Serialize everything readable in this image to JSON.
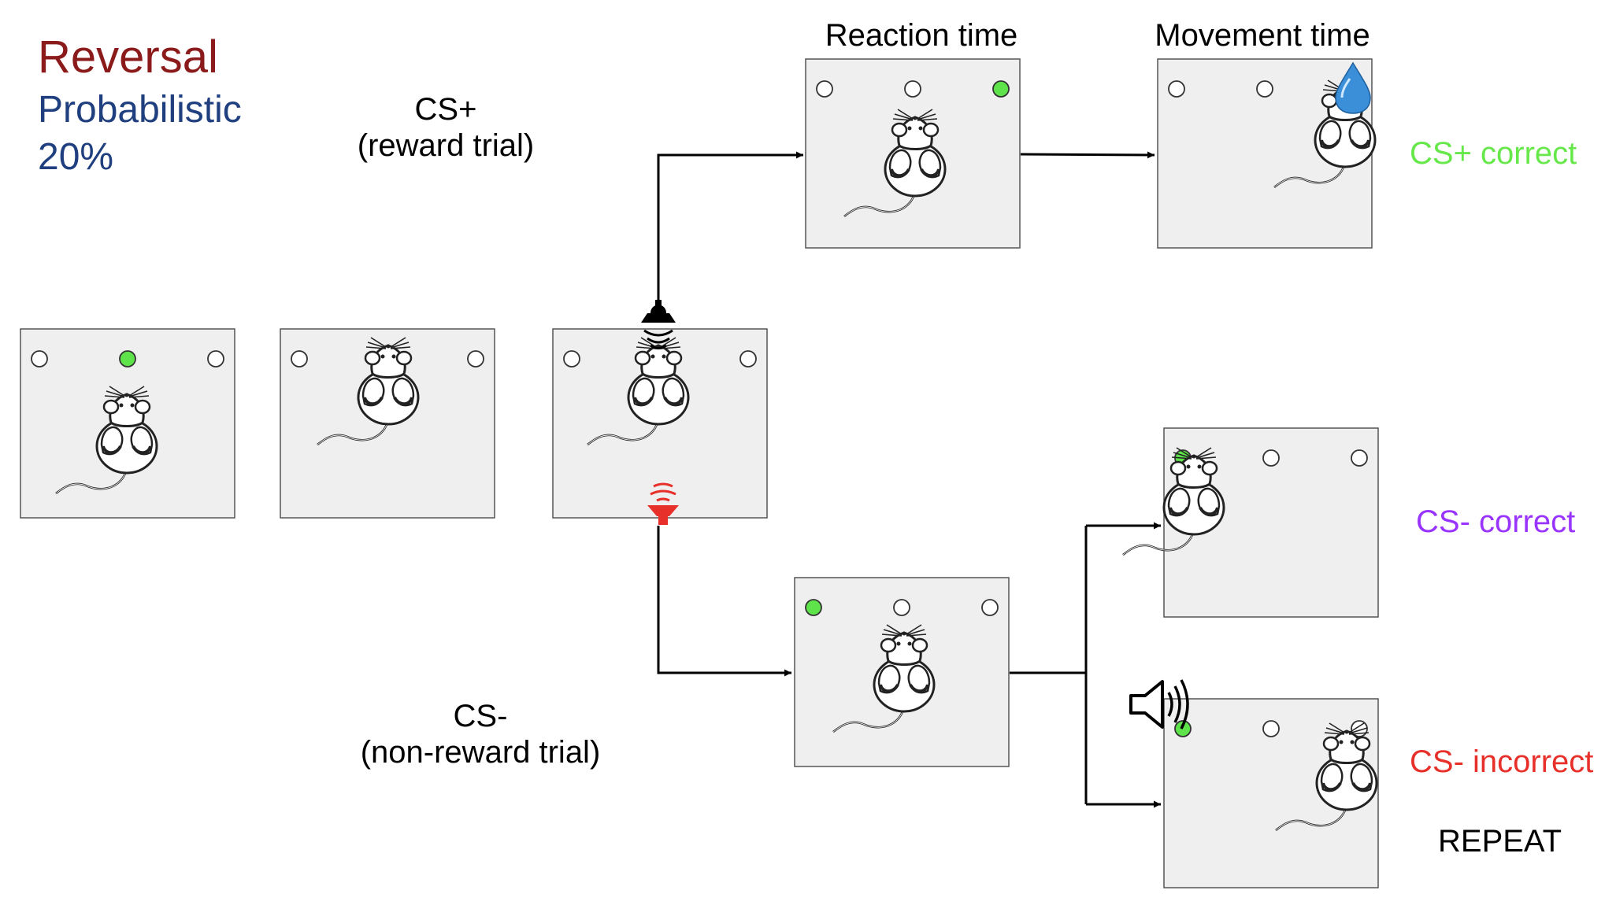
{
  "labels": {
    "reversal": "Reversal",
    "probabilistic": "Probabilistic",
    "percent": "20%",
    "cs_plus_line1": "CS+",
    "cs_plus_line2": "(reward trial)",
    "cs_minus_line1": "CS-",
    "cs_minus_line2": "(non-reward trial)",
    "reaction_time": "Reaction time",
    "movement_time": "Movement time",
    "cs_plus_correct": "CS+ correct",
    "cs_minus_correct": "CS- correct",
    "cs_minus_incorrect": "CS- incorrect",
    "repeat": "REPEAT"
  },
  "colors": {
    "reversal": "#8b1a1a",
    "blue_text": "#1f3f7f",
    "cs_plus_correct": "#66e84a",
    "cs_minus_correct": "#9933ff",
    "cs_minus_incorrect": "#e8302a",
    "lit_port": "#5fe34a",
    "box_fill": "#efefef",
    "box_stroke": "#555555",
    "speaker_red": "#e8302a",
    "water_drop": "#3a8fd8"
  },
  "icons": [
    "mouse-icon",
    "nose-port-icon",
    "tone-speaker-icon",
    "water-drop-icon",
    "loudspeaker-icon",
    "arrow-icon"
  ]
}
